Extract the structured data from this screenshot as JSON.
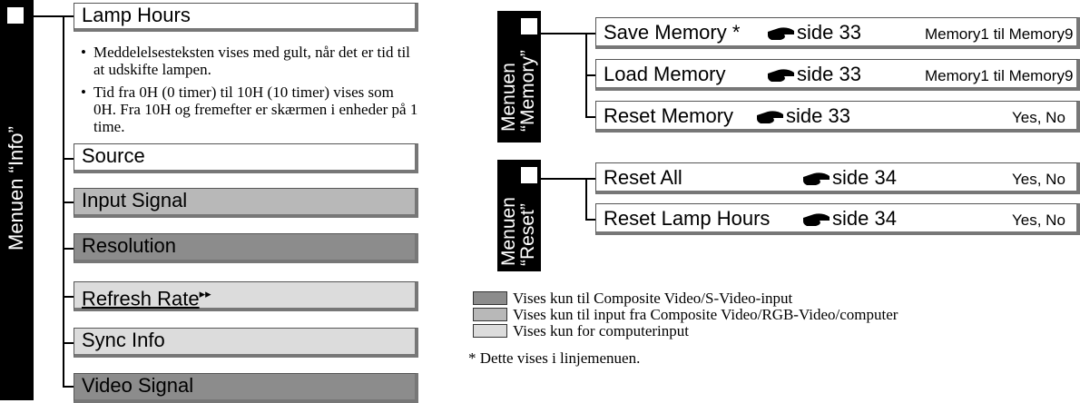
{
  "info_menu": {
    "tab_label": "Menuen “Info”",
    "lamp_hours": "Lamp Hours",
    "notes": [
      "Meddelelsesteksten vises med gult, når det er tid til at udskifte lampen.",
      "Tid fra 0H (0 timer) til 10H (10 timer) vises som 0H. Fra 10H og fremefter er skærmen i enheder på 1 time."
    ],
    "source": "Source",
    "input_signal": "Input Signal",
    "resolution": "Resolution",
    "refresh_rate": "Refresh Rate",
    "refresh_rate_mark": "▸▸",
    "sync_info": "Sync Info",
    "video_signal": "Video Signal"
  },
  "memory_menu": {
    "tab_line1": "Menuen",
    "tab_line2": "“Memory”",
    "items": [
      {
        "label": "Save Memory *",
        "ref": "side 33",
        "value": "Memory1 til Memory9"
      },
      {
        "label": "Load Memory",
        "ref": "side 33",
        "value": "Memory1 til Memory9"
      },
      {
        "label": "Reset Memory",
        "ref": "side 33",
        "value": "Yes, No"
      }
    ]
  },
  "reset_menu": {
    "tab_line1": "Menuen",
    "tab_line2": "“Reset”",
    "items": [
      {
        "label": "Reset All",
        "ref": "side 34",
        "value": "Yes, No"
      },
      {
        "label": "Reset Lamp Hours",
        "ref": "side 34",
        "value": "Yes, No"
      }
    ]
  },
  "legend": {
    "items": [
      {
        "text": "Vises kun til Composite Video/S-Video-input",
        "color": "#8c8c8c"
      },
      {
        "text": "Vises kun til input fra Composite Video/RGB-Video/computer",
        "color": "#b8b8b8"
      },
      {
        "text": "Vises kun for computerinput",
        "color": "#dcdcdc"
      }
    ],
    "footnote": "* Dette vises i linjemenuen."
  },
  "icons": {
    "pointing_hand": "pointing-hand-icon",
    "square": "white-square-icon"
  }
}
